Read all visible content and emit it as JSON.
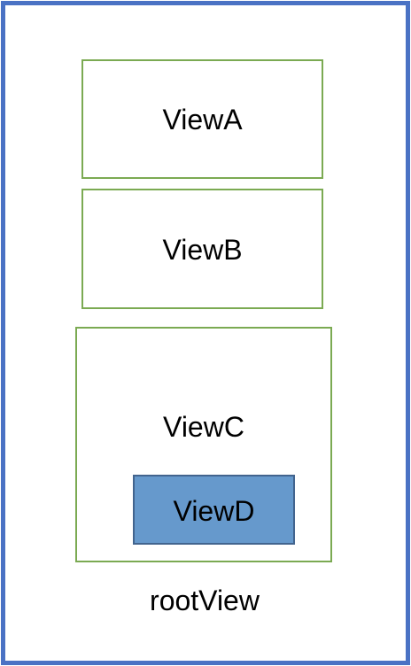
{
  "diagram": {
    "root_label": "rootView",
    "views": {
      "a": "ViewA",
      "b": "ViewB",
      "c": "ViewC",
      "d": "ViewD"
    },
    "colors": {
      "root_border": "#4A72C4",
      "view_border": "#7BAA52",
      "view_d_fill": "#6699CC",
      "view_d_border": "#42648E"
    }
  }
}
